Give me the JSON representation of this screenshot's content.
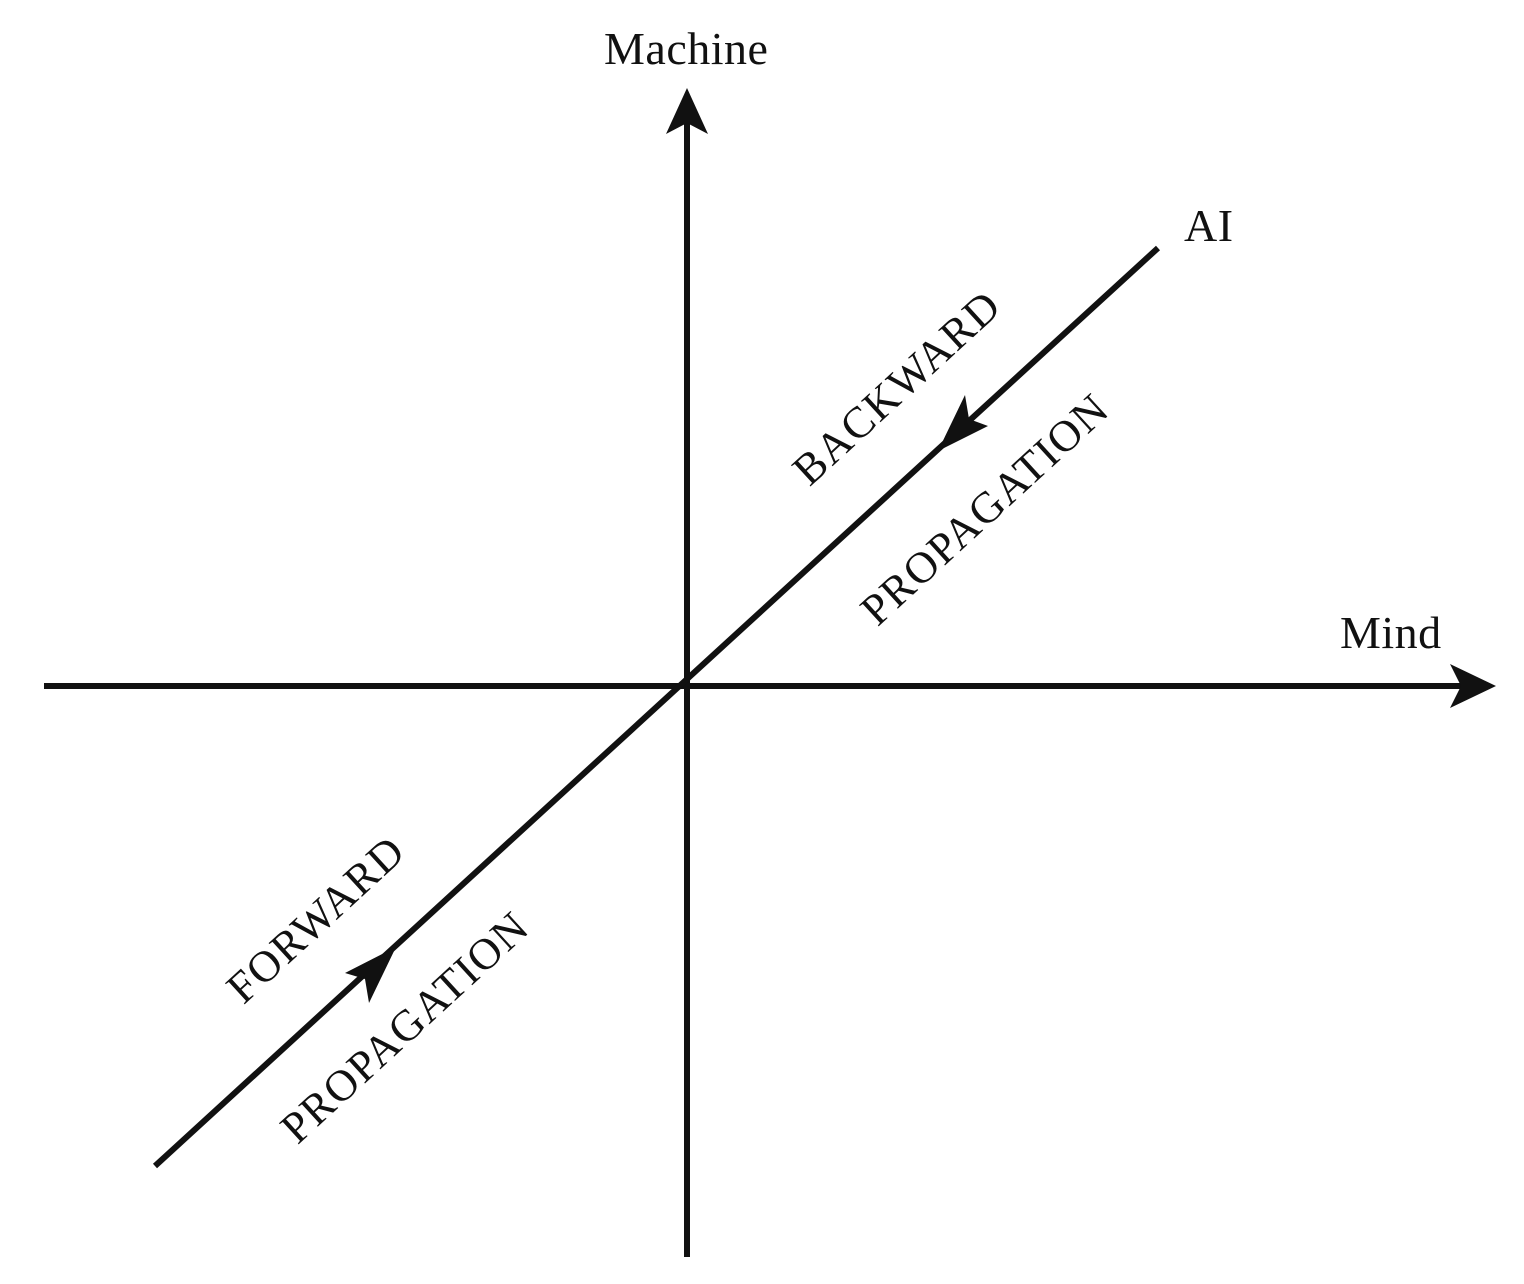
{
  "figure": {
    "background_color": "#ffffff",
    "stroke_color": "#111111",
    "type": "conceptual-axis-diagram"
  },
  "axes": {
    "vertical": {
      "label": "Machine",
      "arrow_direction": "up"
    },
    "horizontal": {
      "label": "Mind",
      "arrow_direction": "right"
    }
  },
  "nodes": {
    "ai": {
      "label": "AI"
    }
  },
  "flows": [
    {
      "id": "backward",
      "quadrant": "upper-right",
      "line_1": "BACKWARD",
      "line_2": "PROPAGATION",
      "arrow_direction": "down-left-toward-origin"
    },
    {
      "id": "forward",
      "quadrant": "lower-left",
      "line_1": "FORWARD",
      "line_2": "PROPAGATION",
      "arrow_direction": "up-right-toward-origin"
    }
  ],
  "chart_data": {
    "type": "scatter",
    "title": "",
    "xlabel": "Mind",
    "ylabel": "Machine",
    "annotations": [
      "AI",
      "BACKWARD PROPAGATION",
      "FORWARD PROPAGATION"
    ],
    "grid": false,
    "legend": "none"
  }
}
